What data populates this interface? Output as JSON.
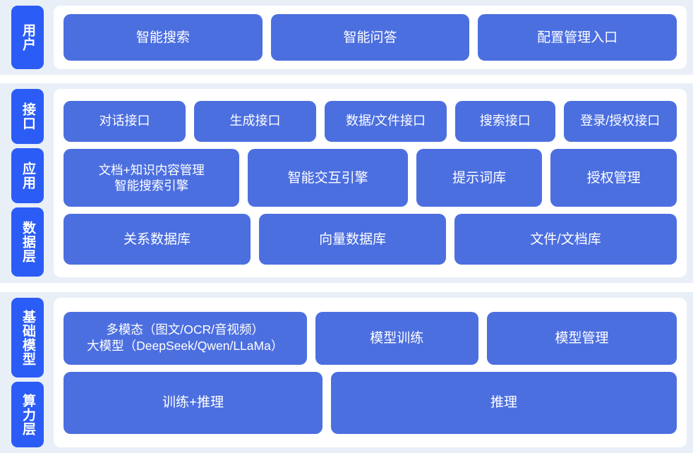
{
  "theme": {
    "page_bg": "#ffffff",
    "band_bg": "#e9eff7",
    "panel_bg": "#ffffff",
    "label_blue": "#2b5cf6",
    "box_blue": "#4c6fe0",
    "box_text": "#ffffff"
  },
  "bands": [
    {
      "id": "user",
      "labels": [
        {
          "text": "用户"
        }
      ],
      "rows": [
        {
          "id": "user-row",
          "boxes": [
            {
              "label": "智能搜索",
              "flex": 1
            },
            {
              "label": "智能问答",
              "flex": 1
            },
            {
              "label": "配置管理入口",
              "flex": 1
            }
          ]
        }
      ]
    },
    {
      "id": "middle",
      "labels": [
        {
          "text": "接口"
        },
        {
          "text": "应用"
        },
        {
          "text": "数据层"
        }
      ],
      "rows": [
        {
          "id": "api-row",
          "boxes": [
            {
              "label": "对话接口",
              "flex": 1.0
            },
            {
              "label": "生成接口",
              "flex": 1.0
            },
            {
              "label": "数据/文件接口",
              "flex": 1.0
            },
            {
              "label": "搜索接口",
              "flex": 0.8
            },
            {
              "label": "登录/授权接口",
              "flex": 0.92
            }
          ]
        },
        {
          "id": "app-row",
          "boxes": [
            {
              "label": "文档+知识内容管理\n智能搜索引擎",
              "flex": 1.22
            },
            {
              "label": "智能交互引擎",
              "flex": 1.1
            },
            {
              "label": "提示词库",
              "flex": 0.85
            },
            {
              "label": "授权管理",
              "flex": 0.85
            }
          ]
        },
        {
          "id": "data-row",
          "boxes": [
            {
              "label": "关系数据库",
              "flex": 1
            },
            {
              "label": "向量数据库",
              "flex": 1
            },
            {
              "label": "文件/文档库",
              "flex": 1.2
            }
          ]
        }
      ]
    },
    {
      "id": "infra",
      "labels": [
        {
          "text": "基础模型"
        },
        {
          "text": "算力层"
        }
      ],
      "rows": [
        {
          "id": "model-row",
          "boxes": [
            {
              "label": "多模态（图文/OCR/音视频）\n大模型（DeepSeek/Qwen/LLaMa）",
              "flex": 1.22
            },
            {
              "label": "模型训练",
              "flex": 0.8
            },
            {
              "label": "模型管理",
              "flex": 0.94
            }
          ]
        },
        {
          "id": "compute-row",
          "boxes": [
            {
              "label": "训练+推理",
              "flex": 1
            },
            {
              "label": "推理",
              "flex": 1.35
            }
          ]
        }
      ]
    }
  ]
}
